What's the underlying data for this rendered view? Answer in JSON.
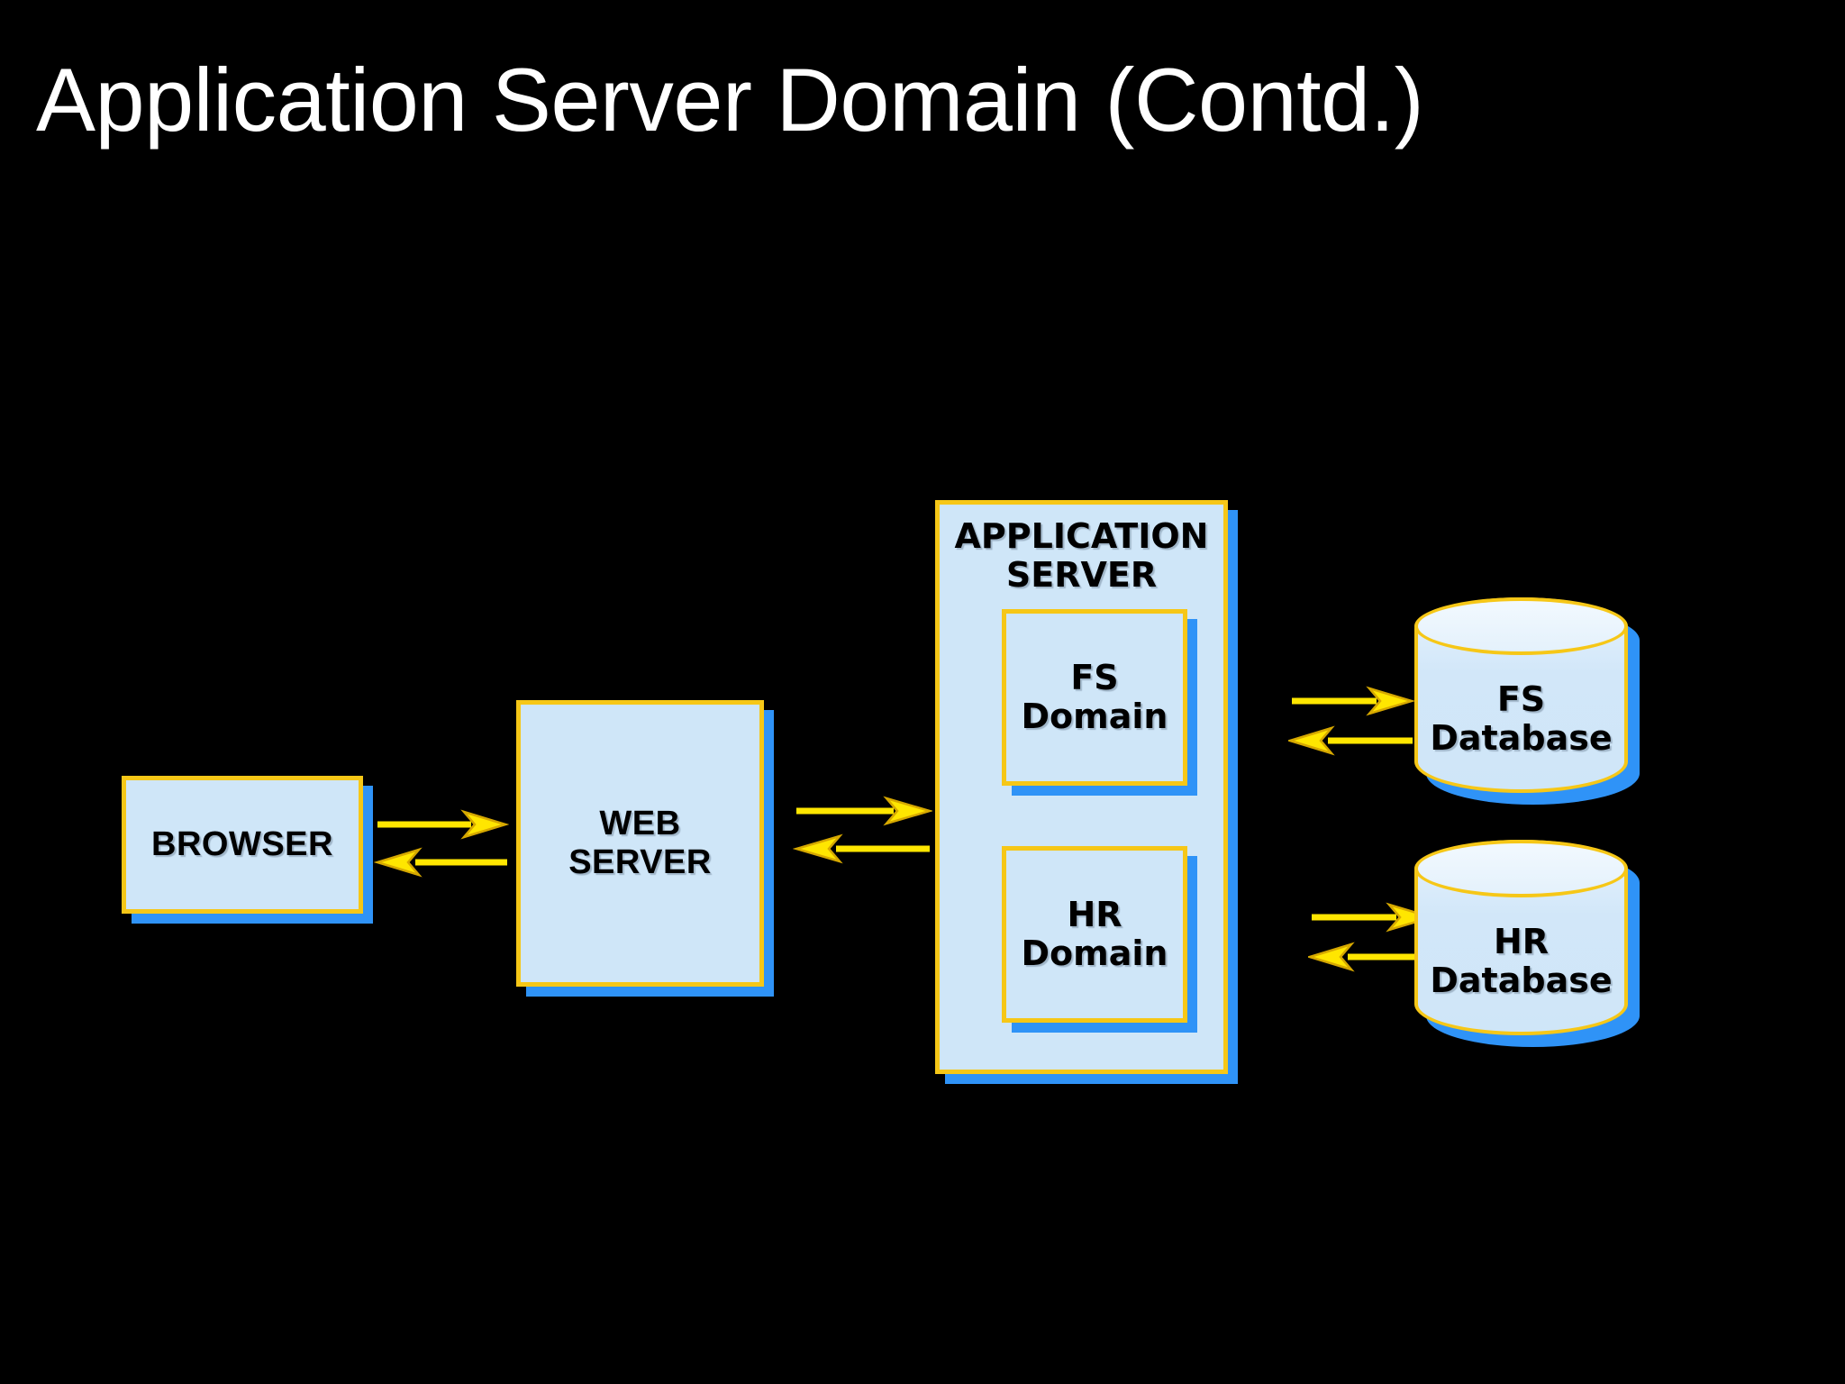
{
  "slide": {
    "title": "Application Server Domain (Contd.)",
    "background_color": "#000000",
    "title_color": "#ffffff"
  },
  "palette": {
    "node_fill": "#cfe6f8",
    "node_border": "#f6c717",
    "node_shadow": "#2f93f7",
    "arrow_fill": "#ffe600",
    "arrow_stroke": "#d6a800",
    "label_color": "#000000"
  },
  "diagram": {
    "nodes": {
      "browser": {
        "label": "BROWSER"
      },
      "web_server": {
        "label": "WEB\nSERVER",
        "line1": "WEB",
        "line2": "SERVER"
      },
      "application_server": {
        "label": "APPLICATION\nSERVER",
        "line1": "APPLICATION",
        "line2": "SERVER"
      },
      "fs_domain": {
        "line1": "FS",
        "line2": "Domain"
      },
      "hr_domain": {
        "line1": "HR",
        "line2": "Domain"
      },
      "fs_database": {
        "line1": "FS",
        "line2": "Database"
      },
      "hr_database": {
        "line1": "HR",
        "line2": "Database"
      }
    },
    "connections": [
      {
        "name": "browser-to-web-server",
        "from": "browser",
        "to": "web_server",
        "bidirectional": true
      },
      {
        "name": "web-server-to-application-server",
        "from": "web_server",
        "to": "application_server",
        "bidirectional": true
      },
      {
        "name": "fs-domain-to-fs-database",
        "from": "fs_domain",
        "to": "fs_database",
        "bidirectional": true
      },
      {
        "name": "hr-domain-to-hr-database",
        "from": "hr_domain",
        "to": "hr_database",
        "bidirectional": true
      }
    ]
  }
}
